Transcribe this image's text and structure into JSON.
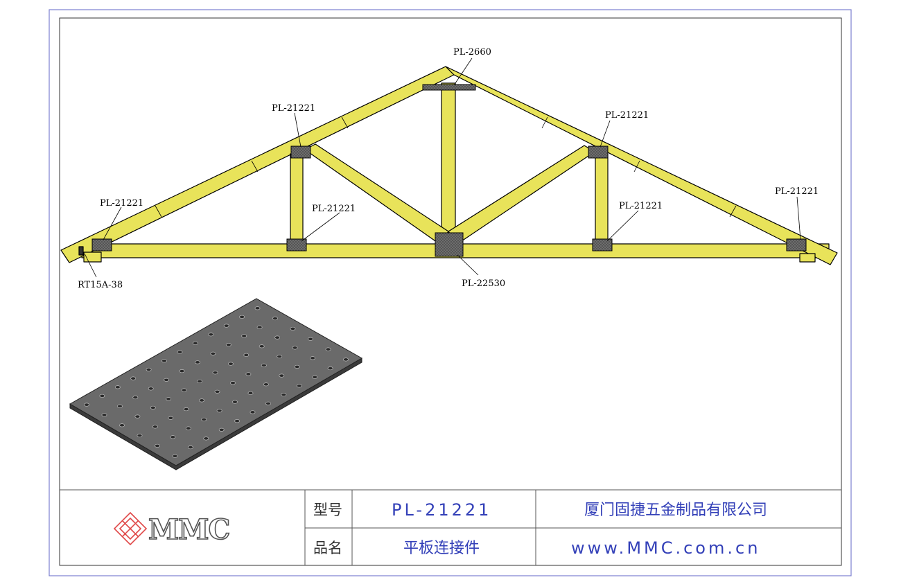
{
  "drawing": {
    "callouts": {
      "apex": "PL-2660",
      "upper_left": "PL-21221",
      "upper_right": "PL-21221",
      "heel_left": "PL-21221",
      "vertical_left": "PL-21221",
      "vertical_right": "PL-21221",
      "heel_right": "PL-21221",
      "center_bottom": "PL-22530",
      "bearing": "RT15A-38"
    },
    "colors": {
      "timber": "#e8e35a",
      "plate": "#555555",
      "frame": "#7b7fd0"
    }
  },
  "title_block": {
    "logo_text": "MMC",
    "model_label": "型号",
    "model_value": "PL-21221",
    "name_label": "品名",
    "name_value": "平板连接件",
    "company": "厦门固捷五金制品有限公司",
    "website": "www.MMC.com.cn"
  }
}
